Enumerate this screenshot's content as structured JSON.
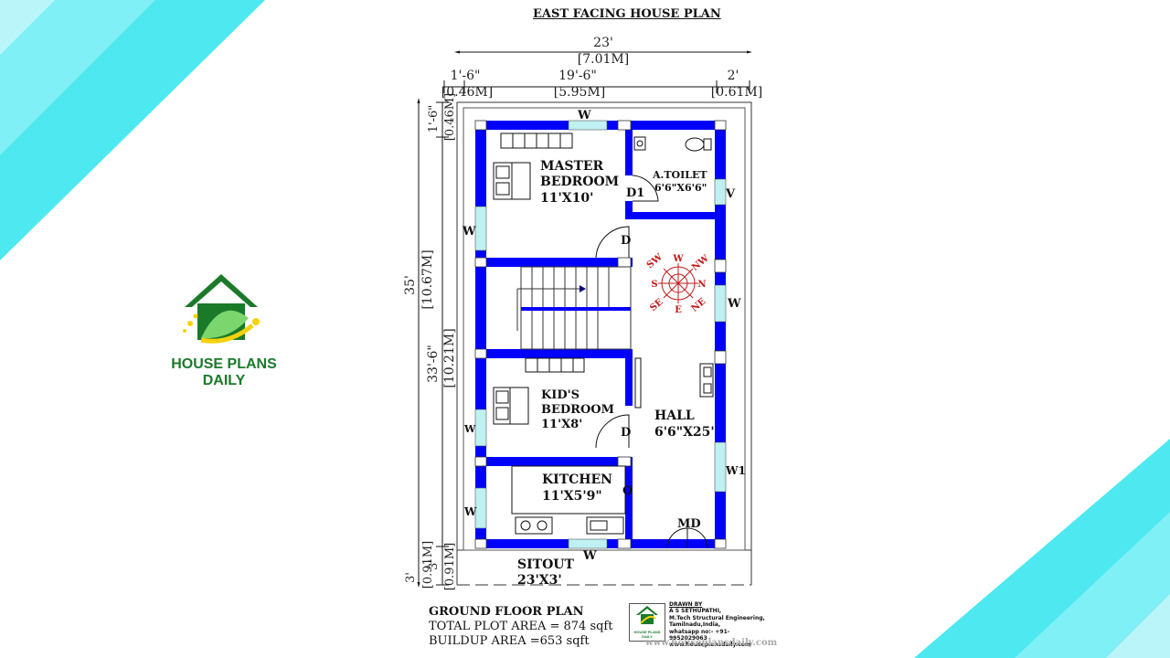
{
  "title": "EAST FACING HOUSE PLAN",
  "brand": {
    "line1": "HOUSE PLANS",
    "line2": "DAILY",
    "stamp_line1": "HOUSE PLANS",
    "stamp_line2": "DAILY"
  },
  "dimensions": {
    "top_total_ft": "23'",
    "top_total_m": "[7.01M]",
    "top_left_ft": "1'-6\"",
    "top_left_m": "[0.46M]",
    "top_mid_ft": "19'-6\"",
    "top_mid_m": "[5.95M]",
    "top_right_ft": "2'",
    "top_right_m": "[0.61M]",
    "left_total_ft": "35'",
    "left_total_m": "[10.67M]",
    "left_top_ft": "1'-6\"",
    "left_top_m": "[0.46M]",
    "left_mid_ft": "33'-6\"",
    "left_mid_m": "[10.21M]",
    "left_bot_ft": "3'",
    "left_bot_m": "[0.91M]",
    "left_bot2_ft": "3'",
    "left_bot2_m": "[0.91M]"
  },
  "rooms": {
    "master_name1": "MASTER",
    "master_name2": "BEDROOM",
    "master_size": "11'X10'",
    "toilet_name": "A.TOILET",
    "toilet_size": "6'6\"X6'6\"",
    "kids_name1": "KID'S",
    "kids_name2": "BEDROOM",
    "kids_size": "11'X8'",
    "hall_name": "HALL",
    "hall_size": "6'6\"X25'",
    "kitchen_name": "KITCHEN",
    "kitchen_size": "11'X5'9\"",
    "sitout_name": "SITOUT",
    "sitout_size": "23'X3'"
  },
  "openings": {
    "w": "W",
    "w1": "W1",
    "v": "V",
    "d": "D",
    "d1": "D1",
    "md": "MD",
    "o": "O"
  },
  "compass": {
    "n": "N",
    "s": "S",
    "e": "E",
    "w": "W",
    "ne": "NE",
    "nw": "NW",
    "se": "SE",
    "sw": "SW"
  },
  "notes": {
    "heading": "GROUND FLOOR PLAN",
    "plot": "TOTAL PLOT AREA = 874 sqft",
    "buildup": "BUILDUP AREA =653 sqft"
  },
  "credits": {
    "l1": "DRAWN BY",
    "l2": "A S SETHUPATHI,",
    "l3": "M.Tech Structural Engineering,",
    "l4": "Tamilnadu,India,",
    "l5": "whatsapp no:- +91-9952029063",
    "l6": "www.houseplansdaily.com",
    "web": "www.houseplansdaily.com"
  },
  "colors": {
    "wall": "#0000ff",
    "window": "#bff0f2",
    "accent_cyan": "#3fe6ef",
    "compass": "#c01a1a",
    "brand_green": "#1b7a2a",
    "brand_yellow": "#f5d20c"
  }
}
